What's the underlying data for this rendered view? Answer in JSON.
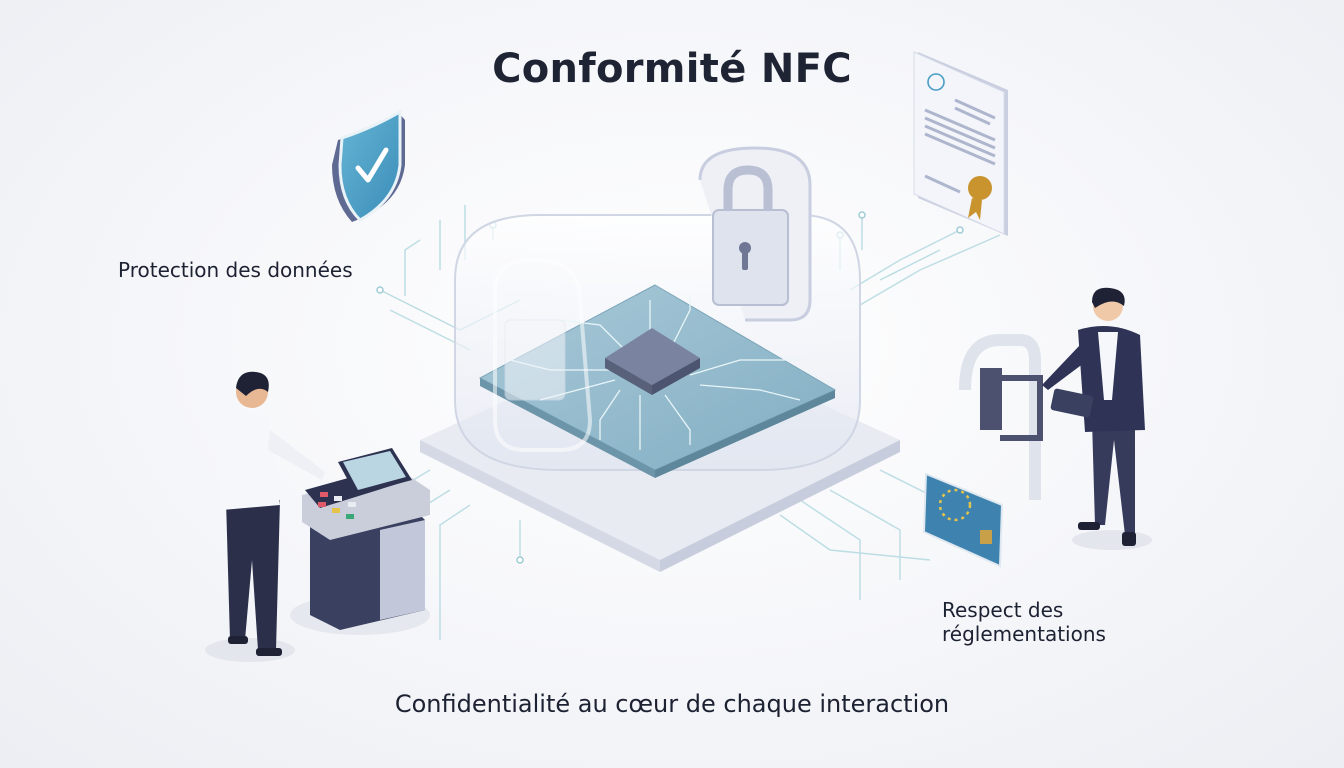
{
  "title": "Conformité NFC",
  "labels": {
    "protection": "Protection des données",
    "respect_line1": "Respect des",
    "respect_line2": "réglementations",
    "tagline": "Confidentialité au cœur de chaque interaction"
  },
  "icons": {
    "shield": "shield-check-icon",
    "certificate": "certificate-icon",
    "padlock": "padlock-icon",
    "chip": "nfc-chip-icon",
    "terminal": "payment-terminal-icon",
    "eu_card": "eu-id-card-icon",
    "turnstile": "access-gate-icon"
  },
  "colors": {
    "title": "#1f2435",
    "accent_blue": "#4a9dc6",
    "board": "#8fb6c9",
    "chip": "#6f7891",
    "navy": "#2d3250",
    "gold": "#c9932e",
    "circuit": "#a9d3dc"
  }
}
